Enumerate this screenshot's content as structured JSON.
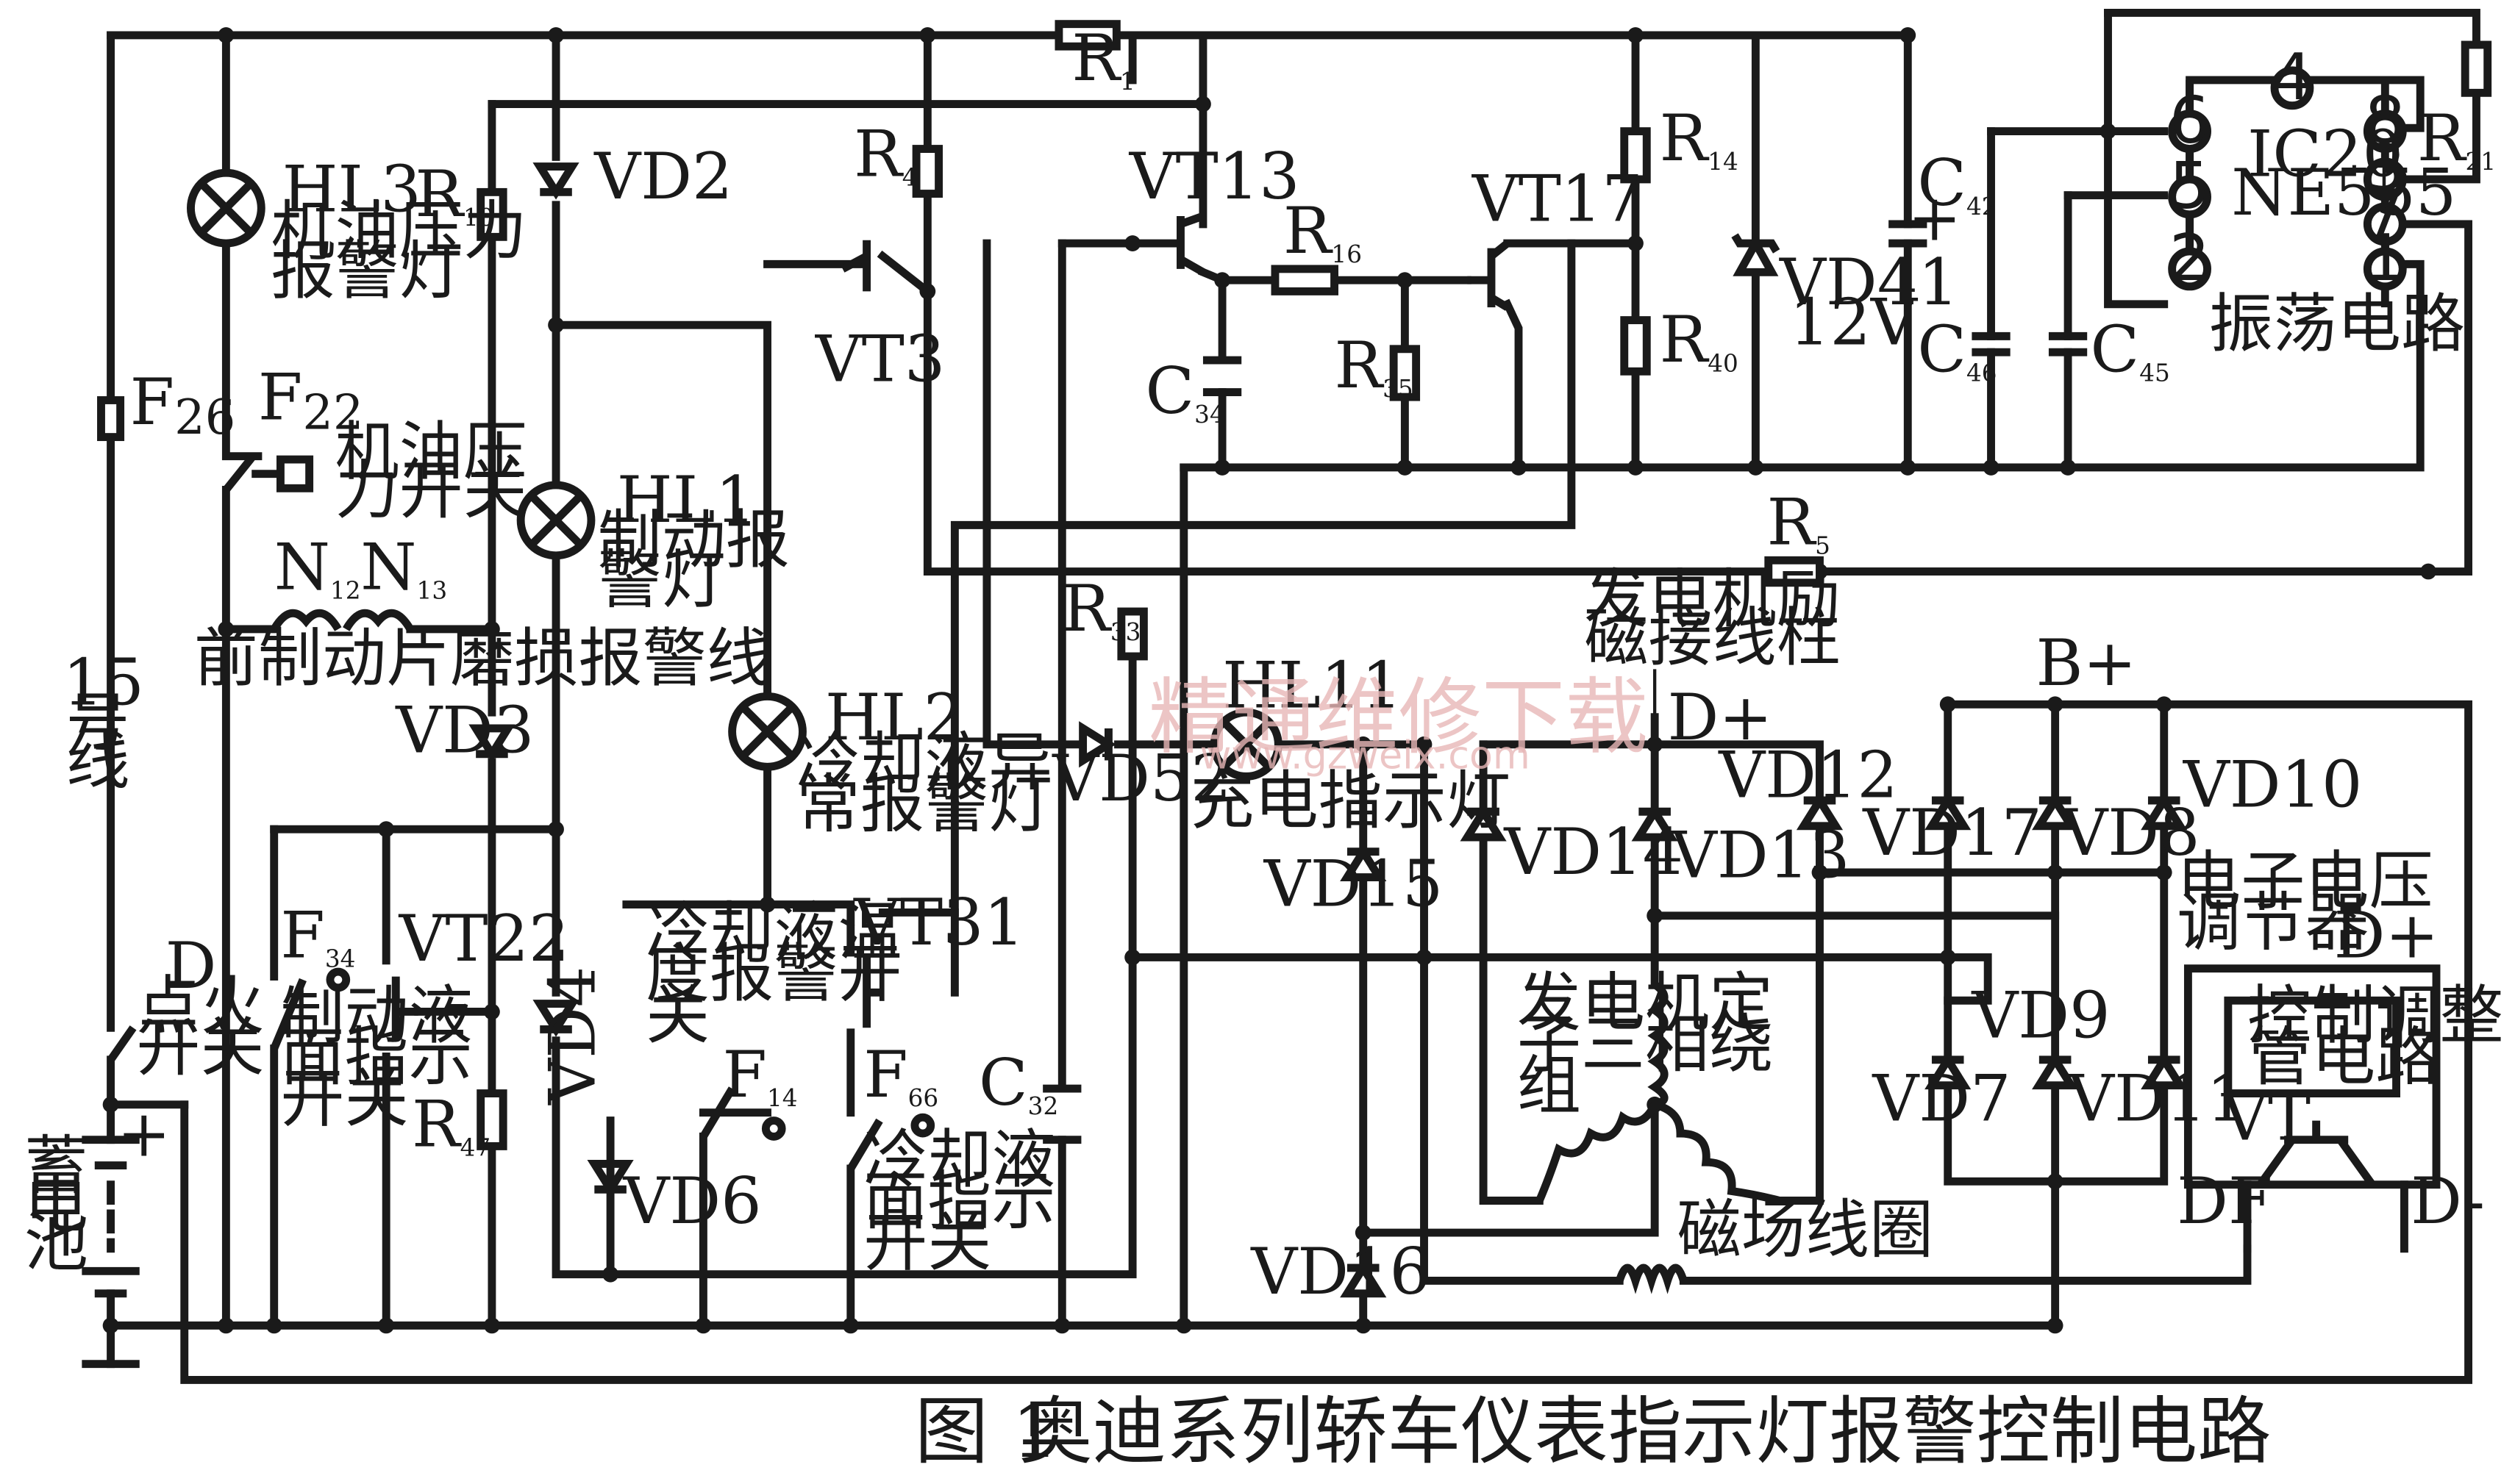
{
  "caption": {
    "fig": "图 1",
    "title": "奥迪系列轿车仪表指示灯报警控制电路"
  },
  "watermark": {
    "line1": "精通维修下载",
    "line2": "www.gzweix.com"
  },
  "labels": {
    "line15": "15 号 线",
    "f26": "F",
    "f26s": "26",
    "f22": "F",
    "f22s": "22",
    "oil_switch": [
      "机油压",
      "力开关"
    ],
    "hl3": [
      "HL3",
      "机油压力",
      "报警灯"
    ],
    "r10": "R",
    "r10s": "10",
    "vd2": "VD2",
    "r4": "R",
    "r4s": "4",
    "r1": "R",
    "r1s": "1",
    "vt3": "VT3",
    "vt13": "VT13",
    "r16": "R",
    "r16s": "16",
    "vt17": "VT17",
    "r14": "R",
    "r14s": "14",
    "r40": "R",
    "r40s": "40",
    "vd41": [
      "VD41",
      "12V"
    ],
    "c42": "C",
    "c42s": "42",
    "c46": "C",
    "c46s": "46",
    "c45": "C",
    "c45s": "45",
    "c34": "C",
    "c34s": "34",
    "r35": "R",
    "r35s": "35",
    "r21": "R",
    "r21s": "21",
    "ic20": [
      "IC20",
      "NE555"
    ],
    "osc": "振荡电路",
    "pins": [
      "4",
      "6",
      "8",
      "5",
      "3",
      "7",
      "2",
      "1"
    ],
    "hl1": [
      "HL1",
      "制动报",
      "警灯"
    ],
    "n12": "N",
    "n12s": "12",
    "n13": "N",
    "n13s": "13",
    "pad_line": "前制动片磨损报警线",
    "r5": "R",
    "r5s": "5",
    "r33": "R",
    "r33s": "33",
    "exc_post": [
      "发电机励",
      "磁接线柱"
    ],
    "hl2": [
      "HL2",
      "冷却液异",
      "常报警灯"
    ],
    "hl11": "HL11",
    "charge_lamp": "充电指示灯",
    "vd52": "VD52",
    "vd3": "VD3",
    "vd4": "VD4",
    "vd6": "VD6",
    "f34": "F",
    "f34s": "34",
    "vt22": "VT22",
    "brake_fluid_sw": [
      "制动液",
      "面指示",
      "开关"
    ],
    "r47": "R",
    "r47s": "47",
    "coolant_temp_sw": [
      "冷却液温",
      "度报警开",
      "关"
    ],
    "vt31": "VT31",
    "f14": "F",
    "f14s": "14",
    "f66": "F",
    "f66s": "66",
    "coolant_level_sw": [
      "冷却液",
      "面指示",
      "开关"
    ],
    "c32": "C",
    "c32s": "32",
    "ign": [
      "D",
      "点火",
      "开关"
    ],
    "battery": [
      "蓄",
      "电",
      "池"
    ],
    "plus": "+",
    "dplus1": "D+",
    "bplus": "B+",
    "vd12": "VD12",
    "vd14": "VD14",
    "vd13": "VD13",
    "vd15": "VD15",
    "vd17": "VD17",
    "vd8": "VD8",
    "vd10": "VD10",
    "vd9": "VD9",
    "vd7": "VD7",
    "vd11": "VD11",
    "vd16": "VD16",
    "stator": [
      "发电机定",
      "子三相绕",
      "组"
    ],
    "field": "磁场线圈",
    "regulator": [
      "电子电压",
      "调节器"
    ],
    "dplus2": "D+",
    "ctrl": [
      "控制调整",
      "管电路"
    ],
    "vt": "VT",
    "df": "DF",
    "dminus": "D-"
  }
}
